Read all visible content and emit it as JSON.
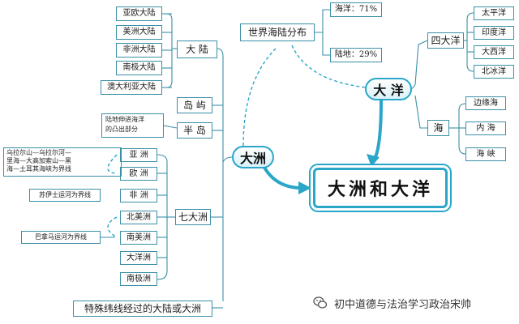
{
  "center_title": "大洲和大洋",
  "continents": {
    "hub": "大洲",
    "lu": "大 陆",
    "lu_items": [
      "亚欧大陆",
      "美洲大陆",
      "非洲大陆",
      "南极大陆",
      "澳大利亚大陆"
    ],
    "dao": "岛 屿",
    "bandao": "半 岛",
    "bandao_note": [
      "陆地伸进海洋",
      "的凸出部分"
    ],
    "qi": "七大洲",
    "qi_items": [
      "亚 洲",
      "欧 洲",
      "非 洲",
      "北美洲",
      "南美洲",
      "大洋洲",
      "南极洲"
    ],
    "boundary_asia_europe": [
      "乌拉尔山—乌拉尔河—",
      "里海—大高加索山—黑",
      "海—土耳其海峡为界线"
    ],
    "boundary_asia_africa": "苏伊士运河为界线",
    "boundary_americas": "巴拿马运河为界线",
    "special": "特殊纬线经过的大陆或大洲"
  },
  "world": {
    "title": "世界海陆分布",
    "ocean_pct": "海洋：71%",
    "land_pct": "陆地：29%"
  },
  "oceans": {
    "hub": "大 洋",
    "four": "四大洋",
    "four_items": [
      "太平洋",
      "印度洋",
      "大西洋",
      "北冰洋"
    ],
    "sea": "海",
    "sea_items": [
      "边缘海",
      "内 海",
      "海 峡"
    ]
  },
  "watermark": "初中道德与法治学习政治宋帅",
  "colors": {
    "line": "#3a8fa8",
    "accent": "#2aa6c8"
  }
}
